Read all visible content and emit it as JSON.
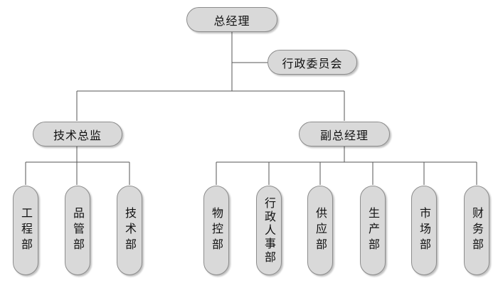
{
  "chart": {
    "root": "总经理",
    "committee": "行政委员会",
    "tech_director": "技术总监",
    "vice_gm": "副总经理",
    "tech_departments": [
      "工程部",
      "品管部",
      "技术部"
    ],
    "vice_departments": [
      "物控部",
      "行政人事部",
      "供应部",
      "生产部",
      "市场部",
      "财务部"
    ]
  }
}
